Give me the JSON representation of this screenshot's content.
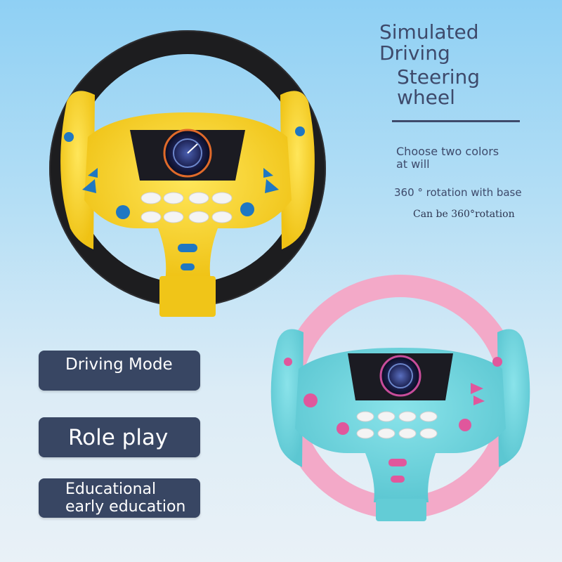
{
  "heading": {
    "line1": "Simulated",
    "line2": "Driving",
    "line3": "Steering",
    "line4": "wheel"
  },
  "features": {
    "colors_line1": "Choose two colors",
    "colors_line2": "at will",
    "rotation_base": "360 ° rotation with base",
    "rotation_360": "Can be 360°rotation"
  },
  "badges": {
    "driving_mode": "Driving Mode",
    "role_play": "Role play",
    "educational": "Educational\nearly education"
  },
  "colors": {
    "badge_bg": "#384663",
    "heading_text": "#3e4a6b",
    "yellow_wheel_body": "#f5d425",
    "yellow_wheel_rim": "#1d1d1f",
    "pink_wheel_rim": "#f3a9c8",
    "pink_wheel_body": "#6fd3dc"
  }
}
